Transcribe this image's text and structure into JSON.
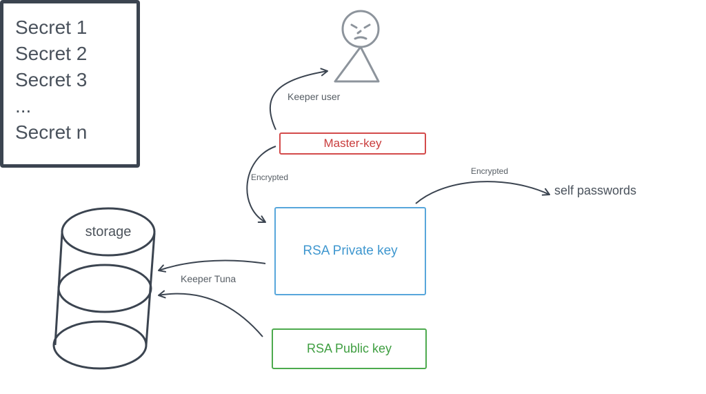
{
  "user": {
    "label": "Keeper user"
  },
  "master_key": {
    "label": "Master-key"
  },
  "encrypted_master": {
    "label": "Encrypted"
  },
  "rsa_private": {
    "label": "RSA Private key"
  },
  "encrypted_private": {
    "label": "Encrypted"
  },
  "rsa_public": {
    "label": "RSA Public key"
  },
  "storage": {
    "label": "storage"
  },
  "keeper_tuna": {
    "label": "Keeper Tuna"
  },
  "self_passwords": {
    "label": "self passwords",
    "items": [
      "Secret 1",
      "Secret 2",
      "Secret 3",
      "...",
      "Secret n"
    ]
  },
  "colors": {
    "master": "#d34a4a",
    "private": "#57a6db",
    "public": "#4caa4d",
    "ink": "#3b4450",
    "figure": "#8d949c"
  }
}
